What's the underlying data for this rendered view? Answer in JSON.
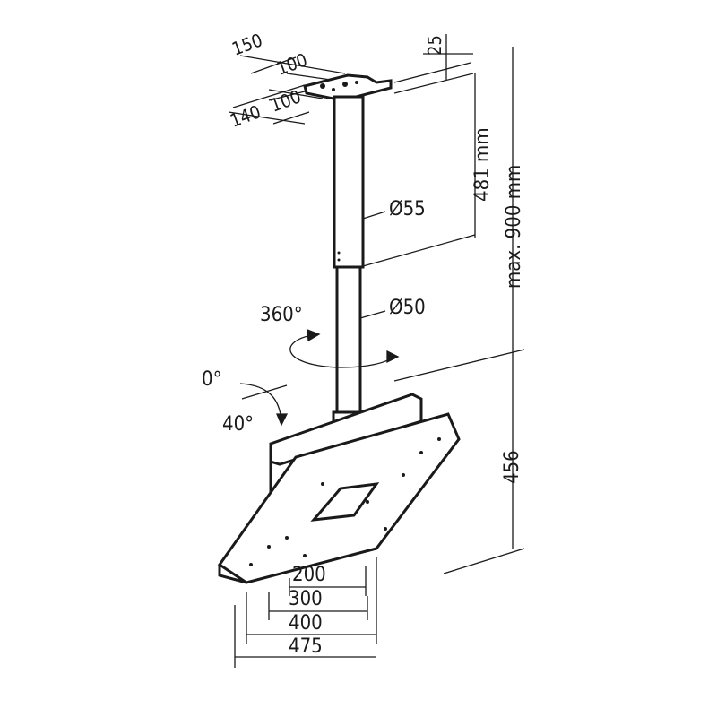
{
  "bracket": {
    "width_outer": "150",
    "width_inner": "100",
    "depth_inner": "100",
    "depth_outer": "140",
    "thickness": "25"
  },
  "pole": {
    "upper_diameter": "Ø55",
    "lower_diameter": "Ø50",
    "min_length": "481 mm",
    "max_length": "max. 900 mm"
  },
  "rotation": {
    "swivel": "360°",
    "tilt_min": "0°",
    "tilt_max": "40°"
  },
  "plate": {
    "height": "456",
    "vesa": [
      "200",
      "300",
      "400"
    ],
    "width": "475"
  }
}
